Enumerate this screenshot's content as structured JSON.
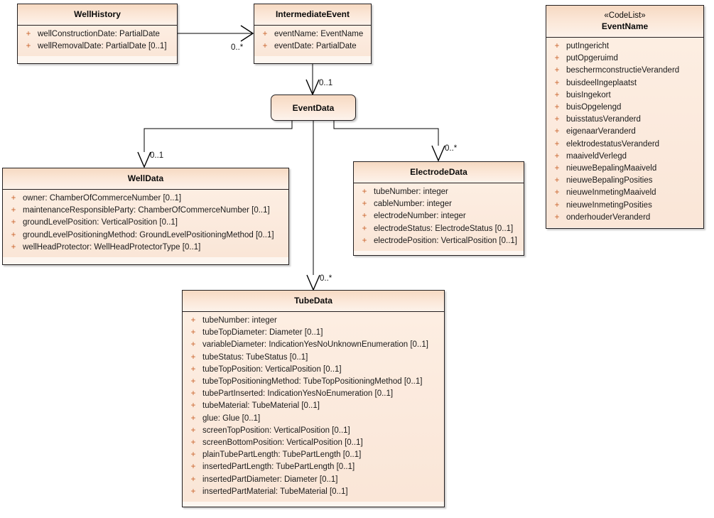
{
  "diagram": {
    "type": "uml-class-diagram",
    "title": "Well history / event data model"
  },
  "classes": {
    "well_history": {
      "name": "WellHistory",
      "attributes": [
        {
          "visibility": "+",
          "signature": "wellConstructionDate: PartialDate"
        },
        {
          "visibility": "+",
          "signature": "wellRemovalDate: PartialDate [0..1]"
        }
      ]
    },
    "intermediate_event": {
      "name": "IntermediateEvent",
      "attributes": [
        {
          "visibility": "+",
          "signature": "eventName: EventName"
        },
        {
          "visibility": "+",
          "signature": "eventDate: PartialDate"
        }
      ]
    },
    "event_data": {
      "name": "EventData"
    },
    "well_data": {
      "name": "WellData",
      "attributes": [
        {
          "visibility": "+",
          "signature": "owner: ChamberOfCommerceNumber [0..1]"
        },
        {
          "visibility": "+",
          "signature": "maintenanceResponsibleParty: ChamberOfCommerceNumber [0..1]"
        },
        {
          "visibility": "+",
          "signature": "groundLevelPosition: VerticalPosition [0..1]"
        },
        {
          "visibility": "+",
          "signature": "groundLevelPositioningMethod: GroundLevelPositioningMethod [0..1]"
        },
        {
          "visibility": "+",
          "signature": "wellHeadProtector: WellHeadProtectorType [0..1]"
        }
      ]
    },
    "electrode_data": {
      "name": "ElectrodeData",
      "attributes": [
        {
          "visibility": "+",
          "signature": "tubeNumber: integer"
        },
        {
          "visibility": "+",
          "signature": "cableNumber: integer"
        },
        {
          "visibility": "+",
          "signature": "electrodeNumber: integer"
        },
        {
          "visibility": "+",
          "signature": "electrodeStatus: ElectrodeStatus [0..1]"
        },
        {
          "visibility": "+",
          "signature": "electrodePosition: VerticalPosition [0..1]"
        }
      ]
    },
    "tube_data": {
      "name": "TubeData",
      "attributes": [
        {
          "visibility": "+",
          "signature": "tubeNumber: integer"
        },
        {
          "visibility": "+",
          "signature": "tubeTopDiameter: Diameter [0..1]"
        },
        {
          "visibility": "+",
          "signature": "variableDiameter: IndicationYesNoUnknownEnumeration [0..1]"
        },
        {
          "visibility": "+",
          "signature": "tubeStatus: TubeStatus [0..1]"
        },
        {
          "visibility": "+",
          "signature": "tubeTopPosition: VerticalPosition [0..1]"
        },
        {
          "visibility": "+",
          "signature": "tubeTopPositioningMethod: TubeTopPositioningMethod [0..1]"
        },
        {
          "visibility": "+",
          "signature": "tubePartInserted: IndicationYesNoEnumeration [0..1]"
        },
        {
          "visibility": "+",
          "signature": "tubeMaterial: TubeMaterial [0..1]"
        },
        {
          "visibility": "+",
          "signature": "glue: Glue [0..1]"
        },
        {
          "visibility": "+",
          "signature": "screenTopPosition: VerticalPosition [0..1]"
        },
        {
          "visibility": "+",
          "signature": "screenBottomPosition: VerticalPosition [0..1]"
        },
        {
          "visibility": "+",
          "signature": "plainTubePartLength: TubePartLength [0..1]"
        },
        {
          "visibility": "+",
          "signature": "insertedPartLength: TubePartLength [0..1]"
        },
        {
          "visibility": "+",
          "signature": "insertedPartDiameter: Diameter [0..1]"
        },
        {
          "visibility": "+",
          "signature": "insertedPartMaterial: TubeMaterial [0..1]"
        }
      ]
    },
    "event_name_codelist": {
      "stereotype": "«CodeList»",
      "name": "EventName",
      "attributes": [
        {
          "visibility": "+",
          "signature": "putIngericht"
        },
        {
          "visibility": "+",
          "signature": "putOpgeruimd"
        },
        {
          "visibility": "+",
          "signature": "beschermconstructieVeranderd"
        },
        {
          "visibility": "+",
          "signature": "buisdeelIngeplaatst"
        },
        {
          "visibility": "+",
          "signature": "buisIngekort"
        },
        {
          "visibility": "+",
          "signature": "buisOpgelengd"
        },
        {
          "visibility": "+",
          "signature": "buisstatusVeranderd"
        },
        {
          "visibility": "+",
          "signature": "eigenaarVeranderd"
        },
        {
          "visibility": "+",
          "signature": "elektrodestatusVeranderd"
        },
        {
          "visibility": "+",
          "signature": "maaiveldVerlegd"
        },
        {
          "visibility": "+",
          "signature": "nieuweBepalingMaaiveld"
        },
        {
          "visibility": "+",
          "signature": "nieuweBepalingPosities"
        },
        {
          "visibility": "+",
          "signature": "nieuweInmetingMaaiveld"
        },
        {
          "visibility": "+",
          "signature": "nieuweInmetingPosities"
        },
        {
          "visibility": "+",
          "signature": "onderhouderVeranderd"
        }
      ]
    }
  },
  "connectors": [
    {
      "id": "wellhistory-to-intermediateevent",
      "source": "WellHistory",
      "target": "IntermediateEvent",
      "multiplicity": "0..*"
    },
    {
      "id": "intermediateevent-to-eventdata",
      "source": "IntermediateEvent",
      "target": "EventData",
      "multiplicity": "0..1"
    },
    {
      "id": "eventdata-to-welldata",
      "source": "EventData",
      "target": "WellData",
      "multiplicity": "0..1"
    },
    {
      "id": "eventdata-to-electrodedata",
      "source": "EventData",
      "target": "ElectrodeData",
      "multiplicity": "0..*"
    },
    {
      "id": "eventdata-to-tubedata",
      "source": "EventData",
      "target": "TubeData",
      "multiplicity": "0..*"
    }
  ],
  "multiplicity_labels": {
    "wellhistory_intermediateevent": "0..*",
    "intermediateevent_eventdata": "0..1",
    "eventdata_welldata": "0..1",
    "eventdata_electrodedata": "0..*",
    "eventdata_tubedata": "0..*"
  },
  "colors": {
    "class_border": "#231f20",
    "header_fill": "#f6d9c2",
    "body_fill": "#fbe9dc",
    "visibility_marker": "#c9622a",
    "connector_line": "#000000",
    "canvas_background": "#ffffff"
  }
}
